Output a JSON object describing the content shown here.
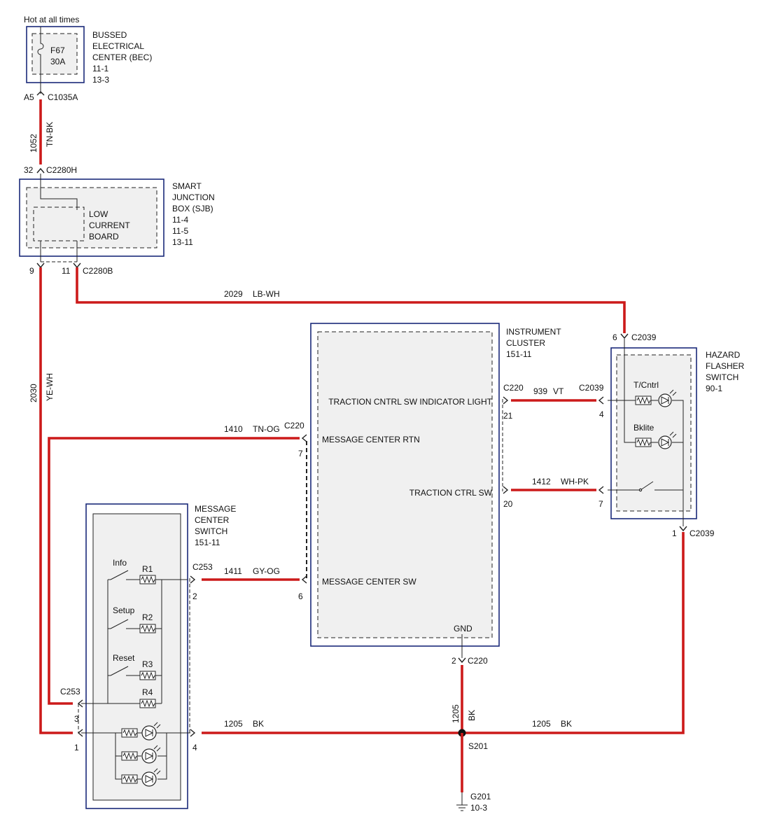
{
  "header": {
    "hot_label": "Hot at all times"
  },
  "components": {
    "bec": {
      "title": [
        "BUSSED",
        "ELECTRICAL",
        "CENTER (BEC)",
        "11-1",
        "13-3"
      ],
      "fuse_name": "F67",
      "fuse_rating": "30A"
    },
    "sjb": {
      "title": [
        "SMART",
        "JUNCTION",
        "BOX (SJB)",
        "11-4",
        "11-5",
        "13-11"
      ],
      "board": [
        "LOW",
        "CURRENT",
        "BOARD"
      ]
    },
    "cluster": {
      "title": [
        "INSTRUMENT",
        "CLUSTER",
        "151-11"
      ],
      "pins": {
        "tc_indicator": "TRACTION CNTRL SW INDICATOR LIGHT",
        "mc_rtn": "MESSAGE CENTER RTN",
        "tc_sw": "TRACTION CTRL SW",
        "mc_sw": "MESSAGE CENTER SW",
        "gnd": "GND"
      }
    },
    "hazard": {
      "title": [
        "HAZARD",
        "FLASHER",
        "SWITCH",
        "90-1"
      ],
      "lamp1": "T/Cntrl",
      "lamp2": "Bklite"
    },
    "mcs": {
      "title": [
        "MESSAGE",
        "CENTER",
        "SWITCH",
        "151-11"
      ],
      "switches": [
        "Info",
        "Setup",
        "Reset"
      ],
      "resistors": [
        "R1",
        "R2",
        "R3",
        "R4"
      ]
    }
  },
  "connectors": {
    "c1035a": {
      "pin": "A5",
      "name": "C1035A"
    },
    "c2280h": {
      "pin": "32",
      "name": "C2280H"
    },
    "c2280b": {
      "pin1": "9",
      "pin2": "11",
      "name": "C2280B"
    },
    "c2039_top": {
      "pin": "6",
      "name": "C2039"
    },
    "c220_tc_ind": {
      "name": "C220",
      "pin": "21"
    },
    "c2039_tc_ind": {
      "name": "C2039",
      "pin": "4"
    },
    "c220_rtn": {
      "name": "C220",
      "pin": "7"
    },
    "c220_tcsw": {
      "pin": "20"
    },
    "c2039_tcsw": {
      "pin": "7"
    },
    "c2039_bottom": {
      "pin": "1",
      "name": "C2039"
    },
    "c253_mcsw": {
      "name": "C253",
      "pin": "2"
    },
    "c220_mcsw": {
      "pin": "6"
    },
    "c220_gnd": {
      "pin": "2",
      "name": "C220"
    },
    "c253_left": {
      "name": "C253",
      "pin1": "3",
      "pin2": "1"
    },
    "c253_4": {
      "pin": "4"
    }
  },
  "wires": {
    "w1052": {
      "circuit": "1052",
      "color": "TN-BK"
    },
    "w2029": {
      "circuit": "2029",
      "color": "LB-WH"
    },
    "w2030": {
      "circuit": "2030",
      "color": "YE-WH"
    },
    "w939": {
      "circuit": "939",
      "color": "VT"
    },
    "w1410": {
      "circuit": "1410",
      "color": "TN-OG"
    },
    "w1412": {
      "circuit": "1412",
      "color": "WH-PK"
    },
    "w1411": {
      "circuit": "1411",
      "color": "GY-OG"
    },
    "w1205_v": {
      "circuit": "1205",
      "color": "BK"
    },
    "w1205_l": {
      "circuit": "1205",
      "color": "BK"
    },
    "w1205_r": {
      "circuit": "1205",
      "color": "BK"
    }
  },
  "splice": {
    "name": "S201"
  },
  "ground": {
    "name": "G201",
    "ref": "10-3"
  },
  "colors": {
    "wire": "#cc1a1a",
    "box_border": "#1a2a7a",
    "box_fill": "#f0f0f0"
  }
}
